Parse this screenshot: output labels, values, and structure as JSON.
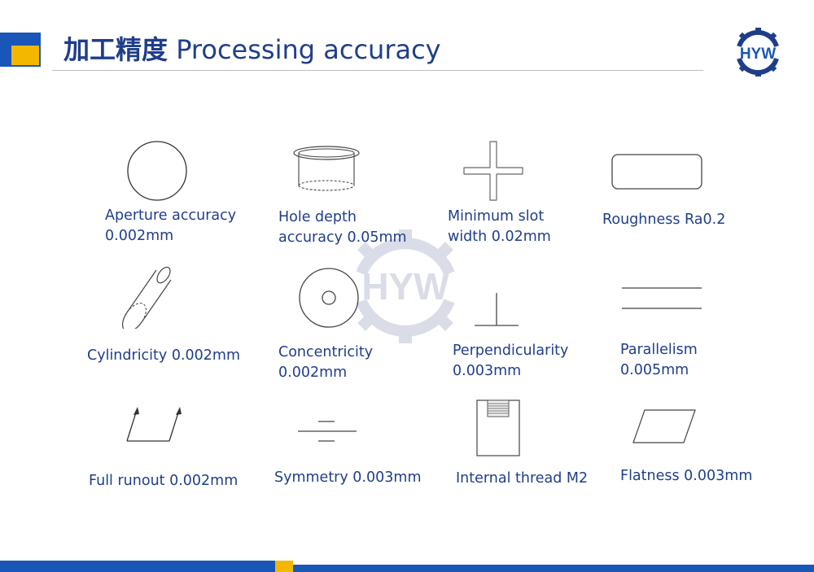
{
  "header": {
    "title_zh": "加工精度",
    "title_en": "Processing accuracy",
    "brand": "HYW"
  },
  "colors": {
    "brand_blue": "#1a56b8",
    "brand_yellow": "#f4b700",
    "text_navy": "#1f3e8a"
  },
  "items": [
    {
      "icon": "circle-icon",
      "lines": [
        "Aperture accuracy",
        "0.002mm"
      ]
    },
    {
      "icon": "hole-depth-icon",
      "lines": [
        "Hole depth",
        "accuracy 0.05mm"
      ]
    },
    {
      "icon": "cross-slot-icon",
      "lines": [
        "Minimum slot",
        "width 0.02mm"
      ]
    },
    {
      "icon": "rounded-rectangle-icon",
      "lines": [
        "Roughness Ra0.2"
      ]
    },
    {
      "icon": "cylinder-icon",
      "lines": [
        "Cylindricity 0.002mm"
      ]
    },
    {
      "icon": "concentric-circles-icon",
      "lines": [
        "Concentricity",
        "0.002mm"
      ]
    },
    {
      "icon": "perpendicular-icon",
      "lines": [
        "Perpendicularity",
        "0.003mm"
      ]
    },
    {
      "icon": "parallel-lines-icon",
      "lines": [
        "Parallelism",
        "0.005mm"
      ]
    },
    {
      "icon": "full-runout-icon",
      "lines": [
        "Full runout 0.002mm"
      ]
    },
    {
      "icon": "symmetry-icon",
      "lines": [
        "Symmetry 0.003mm"
      ]
    },
    {
      "icon": "internal-thread-icon",
      "lines": [
        "Internal thread M2"
      ]
    },
    {
      "icon": "flatness-icon",
      "lines": [
        "Flatness 0.003mm"
      ]
    }
  ]
}
